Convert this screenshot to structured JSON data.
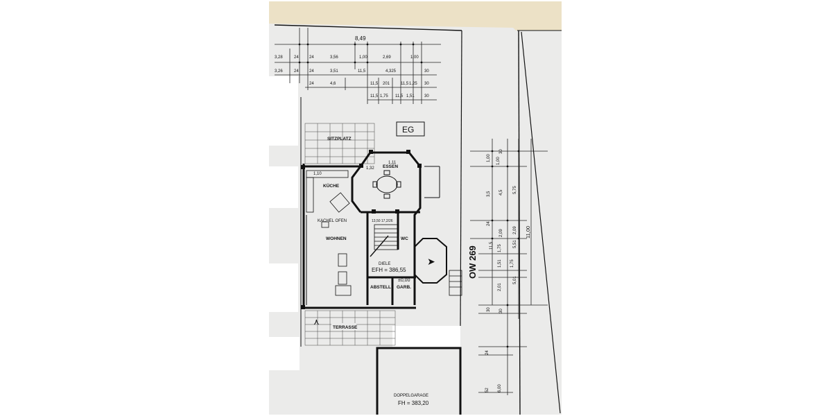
{
  "sheet": {
    "level_tag": "EG",
    "street_label": "OW 269"
  },
  "rooms": {
    "sitzplatz": "SITZPLATZ",
    "essen": "ESSEN",
    "kueche": "KÜCHE",
    "kachelofen": "KACHEL OFEN",
    "wohnen": "WOHNEN",
    "wc": "WC",
    "abstell": "ABSTELL",
    "garb": "GARB.",
    "diele": "DIELE",
    "terrasse": "TERRASSE",
    "doppelgarage": "DOPPELGARAGE"
  },
  "levels": {
    "efh": "EFH = 386,55",
    "zero": "±0,00",
    "fh": "FH = 383,20"
  },
  "dimensions": {
    "overall_width": "8,49",
    "row1": [
      "3,28",
      "24",
      "24",
      "3,56",
      "1,00",
      "2,69",
      "1,00"
    ],
    "row2": [
      "3,26",
      "24",
      "24",
      "3,51",
      "11,5",
      "4,325",
      "30"
    ],
    "row3": [
      "24",
      "4,6",
      "11,5",
      "201",
      "11,5",
      "1,25",
      "30"
    ],
    "row4": [
      "11,5",
      "1,75",
      "11,5",
      "1,51",
      "30"
    ],
    "vertical_a": [
      "30",
      "1,00",
      "3,5",
      "24",
      "1,75",
      "1,51",
      "2,01",
      "30",
      "24",
      "52"
    ],
    "vertical_b": [
      "1,00",
      "4,5",
      "2,09",
      "11,5",
      "1,75",
      "30",
      "6,00"
    ],
    "vertical_c": [
      "5,75",
      "5,51",
      "5,01",
      "2,09",
      "11,00"
    ],
    "stair_note": "13,50 17,2/26",
    "misc": [
      "1,11",
      "1,32",
      "1,10"
    ]
  }
}
